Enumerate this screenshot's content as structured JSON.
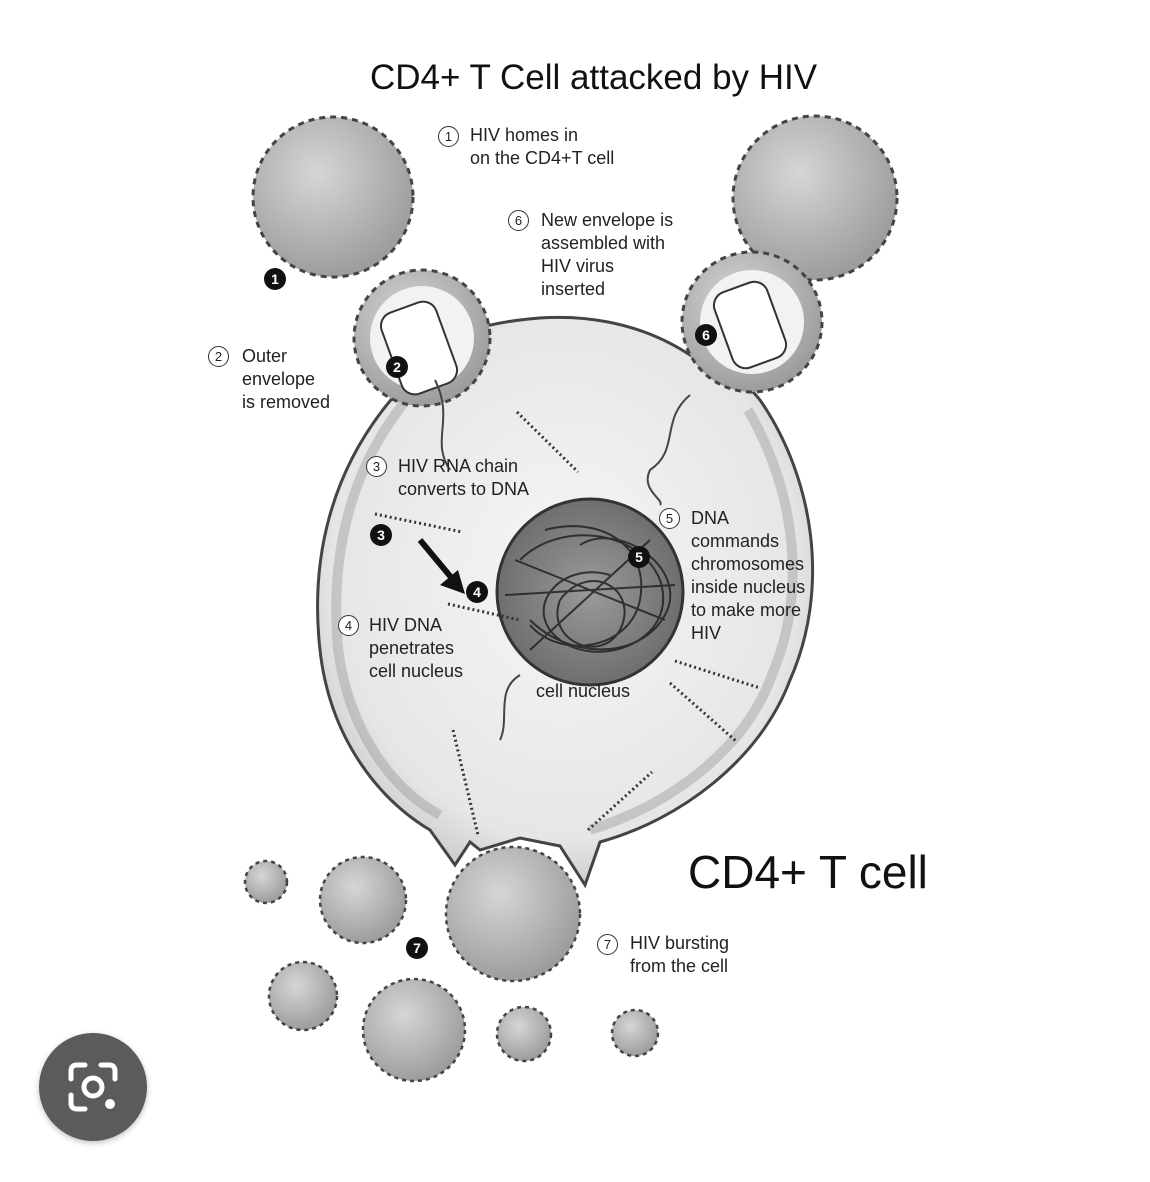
{
  "title": "CD4+ T Cell attacked by HIV",
  "cell_label": "CD4+ T cell",
  "nucleus_label": "cell nucleus",
  "steps": [
    {
      "num": "1",
      "lines": [
        "HIV homes in",
        "on the CD4+T cell"
      ]
    },
    {
      "num": "2",
      "lines": [
        "Outer",
        "envelope",
        "is removed"
      ]
    },
    {
      "num": "3",
      "lines": [
        "HIV RNA chain",
        "converts to DNA"
      ]
    },
    {
      "num": "4",
      "lines": [
        "HIV DNA",
        "penetrates",
        "cell nucleus"
      ]
    },
    {
      "num": "5",
      "lines": [
        "DNA",
        "commands",
        "chromosomes",
        "inside nucleus",
        "to make more",
        "HIV"
      ]
    },
    {
      "num": "6",
      "lines": [
        "New envelope is",
        "assembled with",
        "HIV virus",
        "inserted"
      ]
    },
    {
      "num": "7",
      "lines": [
        "HIV bursting",
        "from the cell"
      ]
    }
  ],
  "badges": [
    "1",
    "2",
    "3",
    "4",
    "5",
    "6",
    "7"
  ],
  "lens_button_icon": "camera-search-icon",
  "colors": {
    "ink": "#222222",
    "cell_fill": "#d4d4d4",
    "virus_fill": "#b9b9b9",
    "button_bg": "#5b5b5b"
  }
}
